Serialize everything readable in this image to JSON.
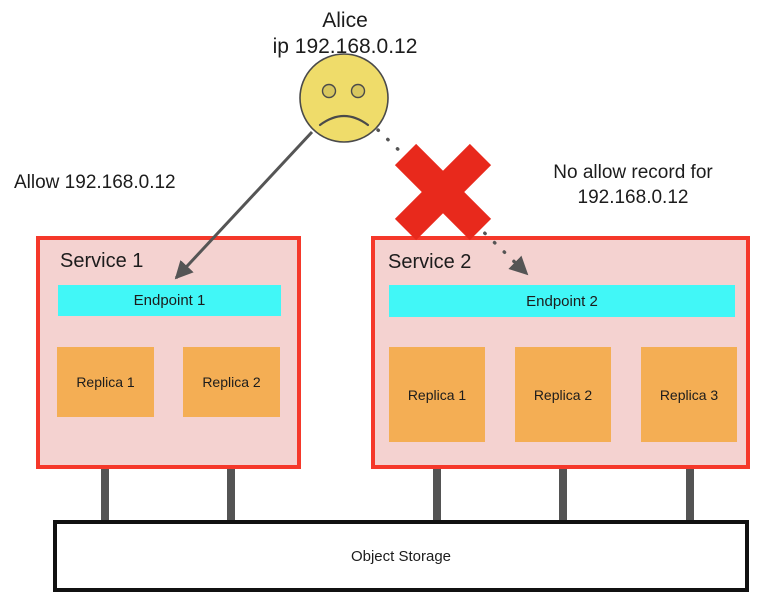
{
  "diagram": {
    "title": "Service endpoint allow-list access diagram",
    "background": "#ffffff",
    "colors": {
      "service_fill": "#f4d2d0",
      "service_border": "#f5382a",
      "endpoint_fill": "#41f7f7",
      "replica_fill": "#f4ae54",
      "storage_border": "#111111",
      "pipe": "#545454",
      "deny_x": "#e8291c",
      "face_fill": "#efdc6a",
      "face_stroke": "#4a4a4a",
      "arrow_allow": "#555555",
      "arrow_deny": "#555555"
    }
  },
  "actor": {
    "name": "Alice",
    "ip_line": "ip 192.168.0.12",
    "face_icon": "sad-face-icon",
    "mood": "sad"
  },
  "annotations": {
    "allow": "Allow 192.168.0.12",
    "deny": "No allow record for\n192.168.0.12",
    "deny_marker_icon": "red-x-icon"
  },
  "services": [
    {
      "title": "Service 1",
      "endpoint": "Endpoint 1",
      "replicas": [
        "Replica 1",
        "Replica 2"
      ],
      "access": "allowed"
    },
    {
      "title": "Service 2",
      "endpoint": "Endpoint 2",
      "replicas": [
        "Replica 1",
        "Replica 2",
        "Replica 3"
      ],
      "access": "denied"
    }
  ],
  "storage": {
    "label": "Object Storage"
  }
}
